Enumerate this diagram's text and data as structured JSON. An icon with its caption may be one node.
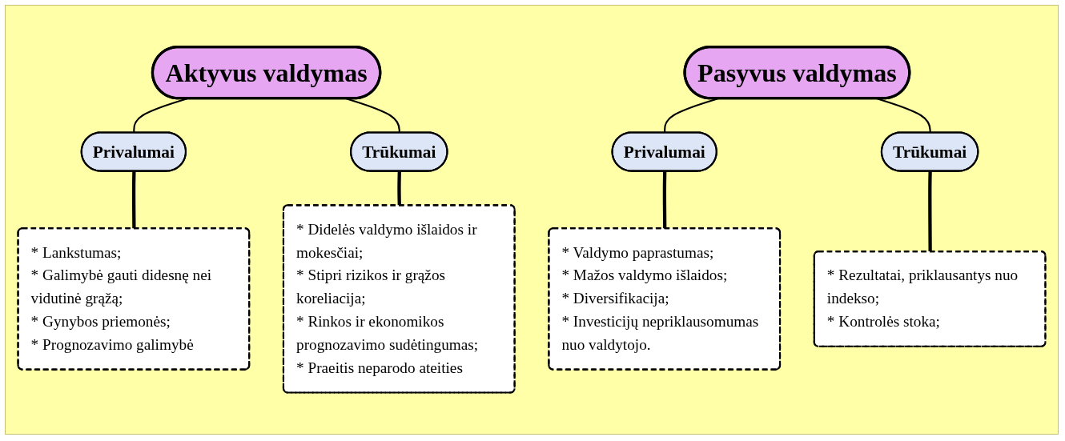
{
  "diagram": {
    "nodes": [
      {
        "text": [
          "Aktyvus valdymas"
        ]
      },
      {
        "text": [
          "Privalumai"
        ]
      },
      {
        "text": [
          "Trūkumai"
        ]
      },
      {
        "text": [
          "* Lankstumas;",
          "* Galimybė gauti didesnę nei vidutinė grąžą;",
          "* Gynybos priemonės;",
          "* Prognozavimo galimybė"
        ]
      },
      {
        "text": [
          "* Didelės valdymo išlaidos ir mokesčiai;",
          "* Stipri rizikos ir grąžos koreliacija;",
          "* Rinkos ir ekonomikos prognozavimo sudėtingumas;",
          "* Praeitis neparodo ateities"
        ]
      },
      {
        "text": [
          "Pasyvus valdymas"
        ]
      },
      {
        "text": [
          "Privalumai"
        ]
      },
      {
        "text": [
          "Trūkumai"
        ]
      },
      {
        "text": [
          "* Valdymo paprastumas;",
          "* Mažos valdymo išlaidos;",
          "* Diversifikacija;",
          "* Investicijų nepriklausomumas nuo valdytojo."
        ]
      },
      {
        "text": [
          "* Rezultatai, priklausantys nuo indekso;",
          "* Kontrolės stoka;"
        ]
      }
    ],
    "edges": [
      {
        "from": 0,
        "to": 1,
        "arrow": "none"
      },
      {
        "from": 0,
        "to": 2,
        "arrow": "none"
      },
      {
        "from": 1,
        "to": 3,
        "arrow": "none",
        "style": "thick"
      },
      {
        "from": 2,
        "to": 4,
        "arrow": "none",
        "style": "thick"
      },
      {
        "from": 5,
        "to": 6,
        "arrow": "none"
      },
      {
        "from": 5,
        "to": 7,
        "arrow": "none"
      },
      {
        "from": 6,
        "to": 8,
        "arrow": "none",
        "style": "thick"
      },
      {
        "from": 7,
        "to": 9,
        "arrow": "none",
        "style": "thick"
      }
    ]
  }
}
